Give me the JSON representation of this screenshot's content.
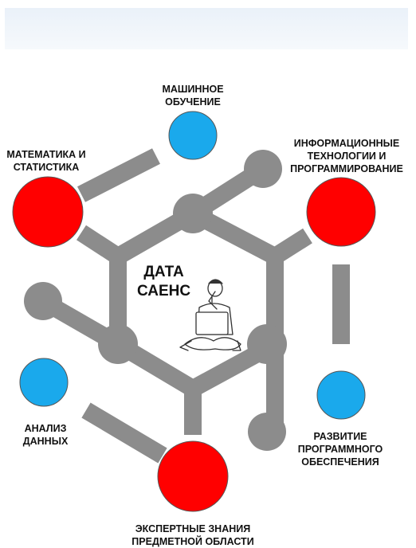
{
  "center_title": [
    "ДАТА",
    "САЕНС"
  ],
  "nodes": {
    "machine_learning": [
      "МАШИННОЕ",
      "ОБУЧЕНИЕ"
    ],
    "math_stats": [
      "МАТЕМАТИКА И",
      "СТАТИСТИКА"
    ],
    "it_programming": [
      "ИНФОРМАЦИОННЫЕ",
      "ТЕХНОЛОГИИ И",
      "ПРОГРАММИРОВАНИЕ"
    ],
    "data_analysis": [
      "АНАЛИЗ",
      "ДАННЫХ"
    ],
    "software_dev": [
      "РАЗВИТИЕ",
      "ПРОГРАММНОГО",
      "ОБЕСПЕЧЕНИЯ"
    ],
    "domain_expertise": [
      "ЭКСПЕРТНЫЕ ЗНАНИЯ",
      "ПРЕДМЕТНОЙ ОБЛАСТИ"
    ]
  },
  "colors": {
    "red_node": "#ff0000",
    "blue_node": "#1aa9ec",
    "connector": "#8c8c8c",
    "stroke": "#555555"
  },
  "icons": {
    "center_figure": "person-with-laptop-icon"
  }
}
